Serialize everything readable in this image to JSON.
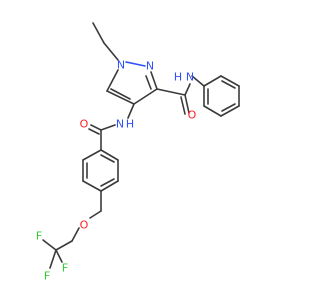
{
  "molecule": {
    "atom_labels": {
      "n1": "N",
      "n2": "N",
      "nh_amide": "N",
      "h_amide": "H",
      "o_amide1": "O",
      "nh_amide2": "N",
      "h_amide2": "H",
      "o_amide2": "O",
      "o_ether": "O",
      "f1": "F",
      "f2": "F",
      "f3": "F"
    },
    "colors": {
      "carbon_bond": "#3a3a3a",
      "nitrogen": "#3050F8",
      "oxygen": "#FF2020",
      "fluorine": "#33CC33"
    }
  }
}
